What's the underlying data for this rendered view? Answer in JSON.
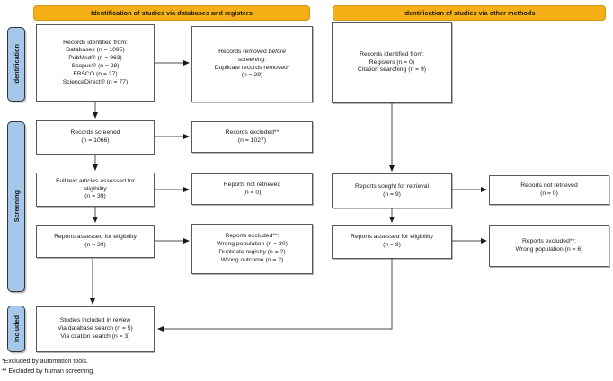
{
  "headers": {
    "left": "Identification of studies via databases and registers",
    "right": "Identification of studies via other methods"
  },
  "sidebar": {
    "identification": "Identification",
    "screening": "Screening",
    "included": "Included"
  },
  "boxes": {
    "db_identified": "Records identified from:\nDatabases (n = 1095)\nPubMed® (n = 963)\nScopus® (n = 28)\nEBSCO (n = 27)\nScienceDirect® (n = 77)",
    "records_removed": {
      "prefix": "Records removed ",
      "italic": "before\nscreening",
      "suffix": ":\nDuplicate records removed*\n(n = 29)"
    },
    "records_screened": "Records screened\n(n = 1066)",
    "records_excluded": "Records excluded**\n(n = 1027)",
    "fulltext_assessed": "Full text articles assessed for\neligibility\n(n = 39)",
    "reports_not_retrieved_db": "Reports not retrieved\n(n = 0)",
    "reports_assessed_db": "Reports assessed for eligibility\n(n = 39)",
    "reports_excluded_db": "Reports excluded**:\nWrong population (n = 30)\nDuplicate registry (n = 2)\nWrong outcome (n = 2)",
    "other_identified": "Records identified from:\nRegisters (n = 0)\nCitation searching (n = 9)",
    "reports_sought_other": "Reports sought for retrieval\n(n = 9)",
    "reports_not_retrieved_other": "Reports not retrieved\n(n = 0)",
    "reports_assessed_other": "Reports assessed for eligibility\n(n = 9)",
    "reports_excluded_other": "Reports excluded**:\nWrong population (n = 6)",
    "included_studies": "Studies included in review\nVia database search (n = 5)\nVia citation search (n = 3)"
  },
  "footnotes": "*Excluded by automation tools.\n** Excluded by human screening.",
  "colors": {
    "header_fill": "#F5AF17",
    "header_border": "#D4940A",
    "sidebar_fill": "#A5C8EA",
    "box_border": "#595959",
    "line": "#4d4d4d"
  }
}
